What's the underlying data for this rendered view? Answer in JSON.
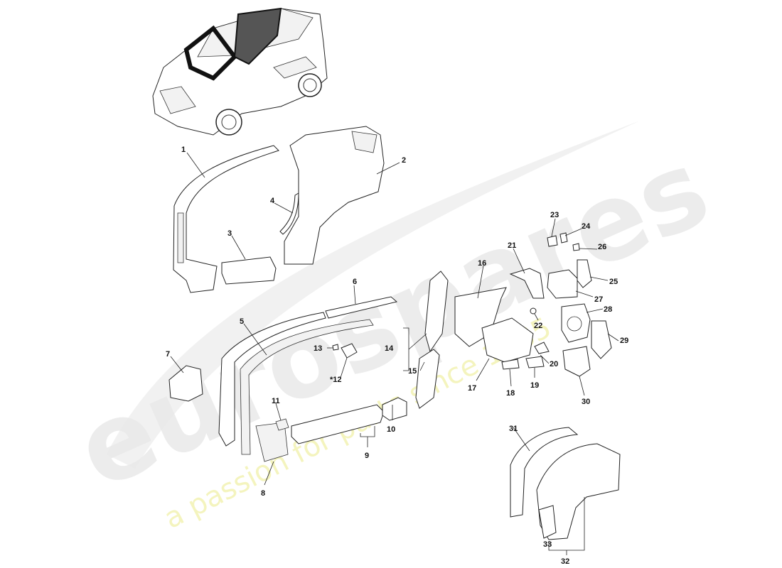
{
  "watermark": {
    "brand": "eurospares",
    "tagline": "a passion for parts since 1985",
    "brand_color": "#e9e9e9",
    "tagline_color": "#f3f3b8"
  },
  "callouts": {
    "c1": "1",
    "c2": "2",
    "c3": "3",
    "c4": "4",
    "c5": "5",
    "c6": "6",
    "c7": "7",
    "c8": "8",
    "c9": "9",
    "c10": "10",
    "c11": "11",
    "c12": "*12",
    "c13": "13",
    "c14": "14",
    "c15": "15",
    "c16": "16",
    "c17": "17",
    "c18": "18",
    "c19": "19",
    "c20": "20",
    "c21": "21",
    "c22": "22",
    "c23": "23",
    "c24": "24",
    "c25": "25",
    "c26": "26",
    "c27": "27",
    "c28": "28",
    "c29": "29",
    "c30": "30",
    "c31": "31",
    "c32": "32",
    "c33": "33"
  }
}
